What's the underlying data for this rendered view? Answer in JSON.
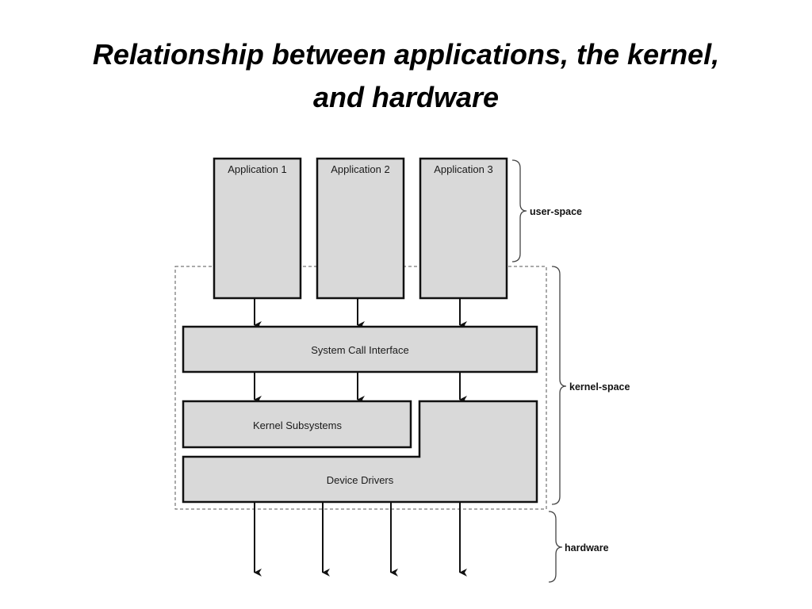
{
  "title": {
    "line1": "Relationship between applications, the kernel,",
    "line2": "and hardware"
  },
  "diagram": {
    "applications": [
      "Application 1",
      "Application 2",
      "Application 3"
    ],
    "system_call_interface": "System Call Interface",
    "kernel_subsystems": "Kernel Subsystems",
    "device_drivers": "Device Drivers",
    "braces": {
      "user_space": "user-space",
      "kernel_space": "kernel-space",
      "hardware": "hardware"
    }
  },
  "colors": {
    "box_fill": "#d9d9d9",
    "stroke": "#111111",
    "dashed": "#555555",
    "brace": "#444444"
  }
}
